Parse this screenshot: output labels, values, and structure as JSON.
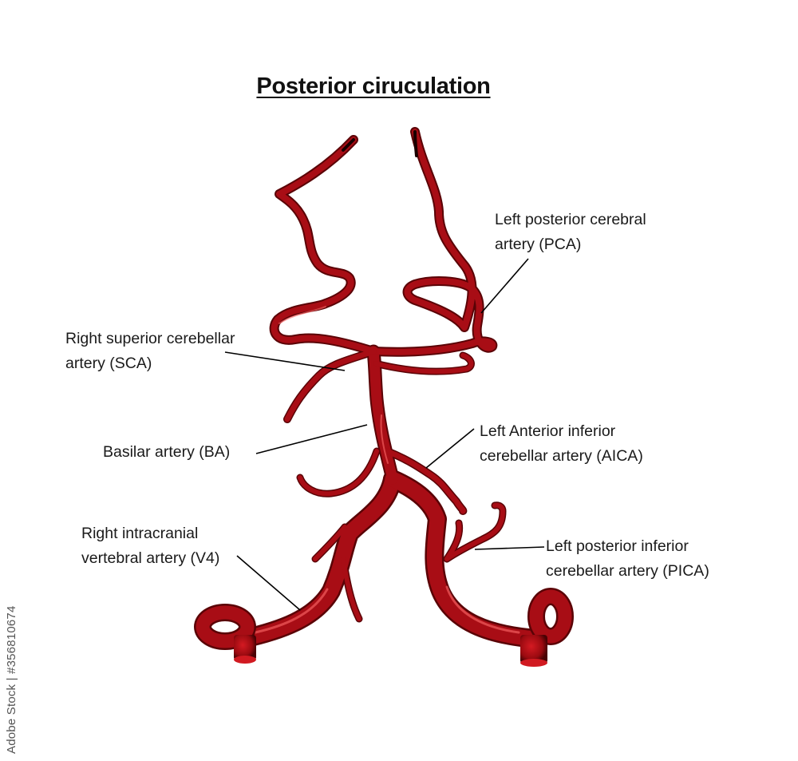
{
  "title": "Posterior ciruculation",
  "labels": {
    "pca": {
      "line1": "Left posterior cerebral",
      "line2": "artery (PCA)"
    },
    "sca": {
      "line1": "Right superior cerebellar",
      "line2": "artery (SCA)"
    },
    "ba": {
      "line1": "Basilar artery (BA)"
    },
    "aica": {
      "line1": "Left Anterior inferior",
      "line2": "cerebellar artery (AICA)"
    },
    "v4": {
      "line1": "Right intracranial",
      "line2": "vertebral artery (V4)"
    },
    "pica": {
      "line1": "Left posterior inferior",
      "line2": "cerebellar artery (PICA)"
    }
  },
  "watermark": "Adobe Stock | #356810674",
  "colors": {
    "artery": "#a80d15",
    "artery_dark": "#5a0306",
    "artery_highlight": "#ff6b6b",
    "line": "#000000"
  }
}
